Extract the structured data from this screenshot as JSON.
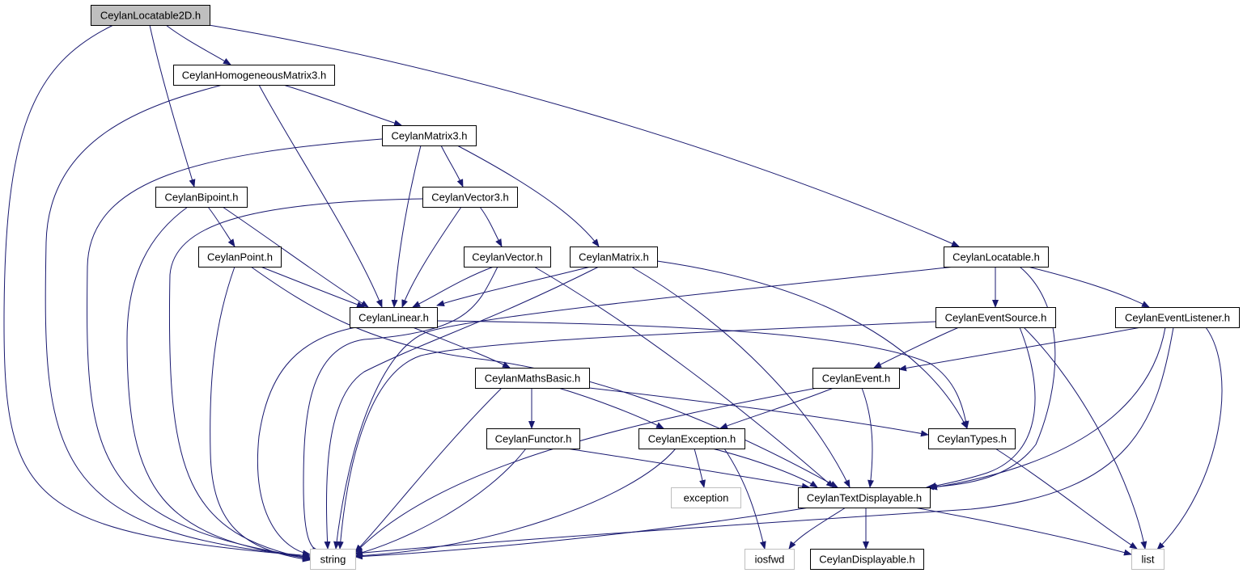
{
  "diagram": {
    "kind": "include-dependency-graph",
    "edge_color": "#191970",
    "node_border_color": "#000000",
    "external_border_color": "#bfbfbf",
    "root_fill": "#bfbfbf",
    "nodes": [
      {
        "id": "locatable2d",
        "label": "CeylanLocatable2D.h",
        "style": "root"
      },
      {
        "id": "homomatrix3",
        "label": "CeylanHomogeneousMatrix3.h",
        "style": "normal"
      },
      {
        "id": "matrix3",
        "label": "CeylanMatrix3.h",
        "style": "normal"
      },
      {
        "id": "bipoint",
        "label": "CeylanBipoint.h",
        "style": "normal"
      },
      {
        "id": "vector3",
        "label": "CeylanVector3.h",
        "style": "normal"
      },
      {
        "id": "point",
        "label": "CeylanPoint.h",
        "style": "normal"
      },
      {
        "id": "vector",
        "label": "CeylanVector.h",
        "style": "normal"
      },
      {
        "id": "matrix",
        "label": "CeylanMatrix.h",
        "style": "normal"
      },
      {
        "id": "locatable",
        "label": "CeylanLocatable.h",
        "style": "normal"
      },
      {
        "id": "linear",
        "label": "CeylanLinear.h",
        "style": "normal"
      },
      {
        "id": "eventsource",
        "label": "CeylanEventSource.h",
        "style": "normal"
      },
      {
        "id": "eventlistener",
        "label": "CeylanEventListener.h",
        "style": "normal"
      },
      {
        "id": "mathsbasic",
        "label": "CeylanMathsBasic.h",
        "style": "normal"
      },
      {
        "id": "event",
        "label": "CeylanEvent.h",
        "style": "normal"
      },
      {
        "id": "functor",
        "label": "CeylanFunctor.h",
        "style": "normal"
      },
      {
        "id": "exception",
        "label": "CeylanException.h",
        "style": "normal"
      },
      {
        "id": "types",
        "label": "CeylanTypes.h",
        "style": "normal"
      },
      {
        "id": "std_exception",
        "label": "exception",
        "style": "external"
      },
      {
        "id": "textdisplayable",
        "label": "CeylanTextDisplayable.h",
        "style": "normal"
      },
      {
        "id": "string",
        "label": "string",
        "style": "external"
      },
      {
        "id": "iosfwd",
        "label": "iosfwd",
        "style": "external"
      },
      {
        "id": "displayable",
        "label": "CeylanDisplayable.h",
        "style": "normal"
      },
      {
        "id": "list",
        "label": "list",
        "style": "external"
      }
    ],
    "edges": [
      [
        "locatable2d",
        "string"
      ],
      [
        "locatable2d",
        "homomatrix3"
      ],
      [
        "locatable2d",
        "bipoint"
      ],
      [
        "locatable2d",
        "locatable"
      ],
      [
        "homomatrix3",
        "string"
      ],
      [
        "homomatrix3",
        "matrix3"
      ],
      [
        "homomatrix3",
        "linear"
      ],
      [
        "matrix3",
        "string"
      ],
      [
        "matrix3",
        "linear"
      ],
      [
        "matrix3",
        "vector3"
      ],
      [
        "matrix3",
        "matrix"
      ],
      [
        "bipoint",
        "string"
      ],
      [
        "bipoint",
        "point"
      ],
      [
        "bipoint",
        "linear"
      ],
      [
        "vector3",
        "string"
      ],
      [
        "vector3",
        "linear"
      ],
      [
        "vector3",
        "vector"
      ],
      [
        "point",
        "string"
      ],
      [
        "point",
        "linear"
      ],
      [
        "point",
        "textdisplayable"
      ],
      [
        "vector",
        "string"
      ],
      [
        "vector",
        "linear"
      ],
      [
        "vector",
        "textdisplayable"
      ],
      [
        "matrix",
        "string"
      ],
      [
        "matrix",
        "linear"
      ],
      [
        "matrix",
        "textdisplayable"
      ],
      [
        "matrix",
        "types"
      ],
      [
        "locatable",
        "string"
      ],
      [
        "locatable",
        "eventsource"
      ],
      [
        "locatable",
        "eventlistener"
      ],
      [
        "locatable",
        "textdisplayable"
      ],
      [
        "linear",
        "string"
      ],
      [
        "linear",
        "mathsbasic"
      ],
      [
        "linear",
        "types"
      ],
      [
        "eventsource",
        "string"
      ],
      [
        "eventsource",
        "event"
      ],
      [
        "eventsource",
        "textdisplayable"
      ],
      [
        "eventsource",
        "list"
      ],
      [
        "eventlistener",
        "string"
      ],
      [
        "eventlistener",
        "event"
      ],
      [
        "eventlistener",
        "textdisplayable"
      ],
      [
        "eventlistener",
        "list"
      ],
      [
        "mathsbasic",
        "string"
      ],
      [
        "mathsbasic",
        "functor"
      ],
      [
        "mathsbasic",
        "exception"
      ],
      [
        "mathsbasic",
        "types"
      ],
      [
        "event",
        "string"
      ],
      [
        "event",
        "exception"
      ],
      [
        "event",
        "textdisplayable"
      ],
      [
        "functor",
        "string"
      ],
      [
        "functor",
        "textdisplayable"
      ],
      [
        "exception",
        "string"
      ],
      [
        "exception",
        "std_exception"
      ],
      [
        "exception",
        "textdisplayable"
      ],
      [
        "exception",
        "iosfwd"
      ],
      [
        "types",
        "list"
      ],
      [
        "textdisplayable",
        "string"
      ],
      [
        "textdisplayable",
        "iosfwd"
      ],
      [
        "textdisplayable",
        "displayable"
      ],
      [
        "textdisplayable",
        "list"
      ]
    ]
  }
}
